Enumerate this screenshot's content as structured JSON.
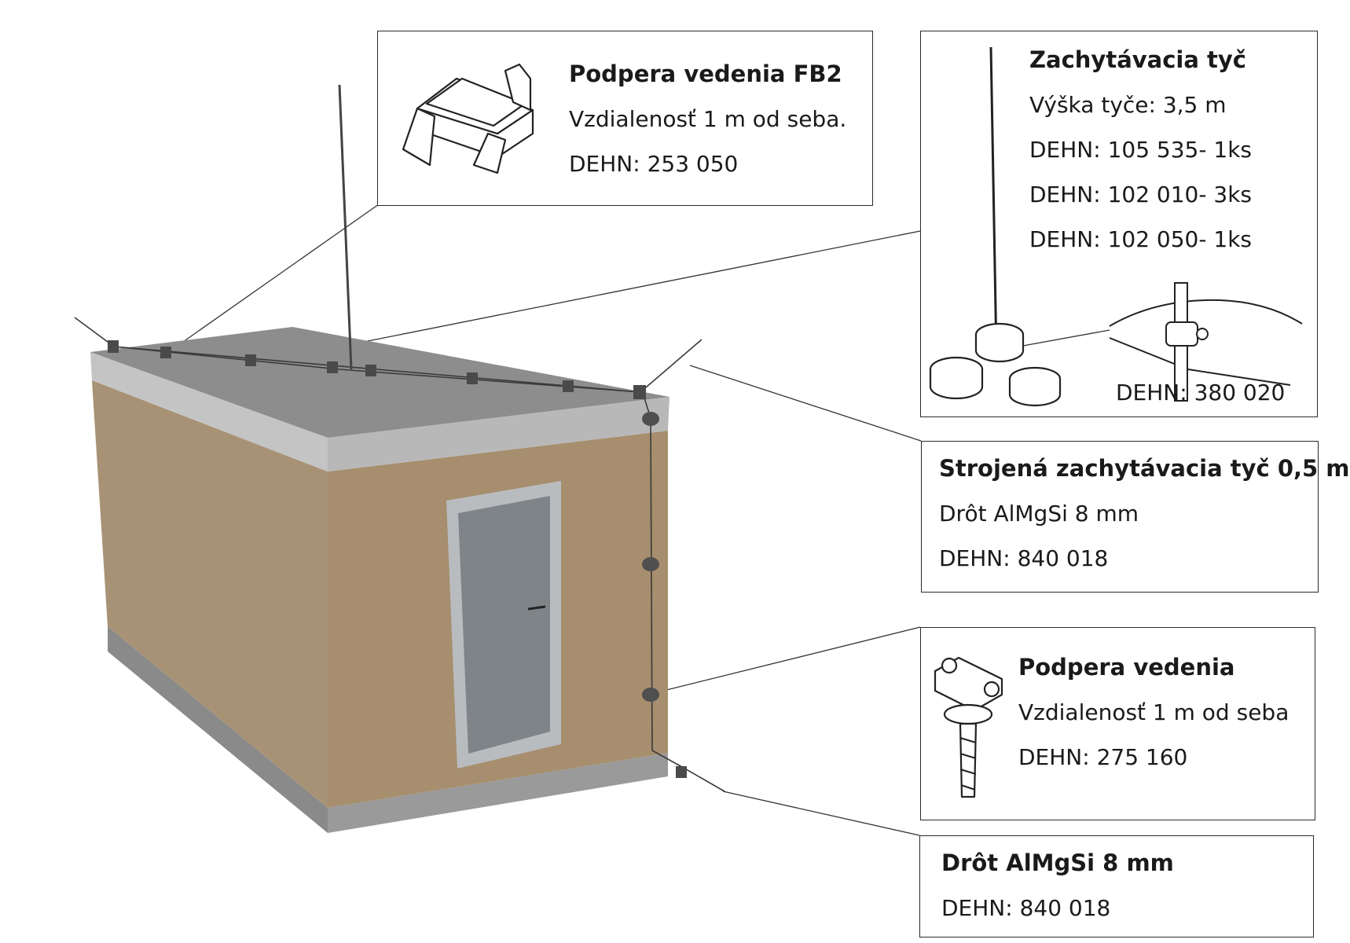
{
  "callouts": {
    "fb2": {
      "title": "Podpera vedenia FB2",
      "lines": [
        "Vzdialenosť 1 m od seba.",
        "DEHN: 253 050"
      ]
    },
    "rod": {
      "title": "Zachytávacia tyč",
      "lines": [
        "Výška tyče: 3,5 m",
        "DEHN: 105 535- 1ks",
        "DEHN: 102 010- 3ks",
        "DEHN: 102 050- 1ks"
      ],
      "clamp_code": "DEHN: 380 020"
    },
    "short_rod": {
      "title": "Strojená zachytávacia tyč 0,5 m",
      "lines": [
        "Drôt AlMgSi 8 mm",
        "DEHN: 840 018"
      ]
    },
    "support": {
      "title": "Podpera vedenia",
      "lines": [
        "Vzdialenosť 1 m od seba",
        "DEHN: 275 160"
      ]
    },
    "wire": {
      "title": "Drôt AlMgSi 8 mm",
      "lines": [
        "DEHN: 840 018"
      ]
    }
  },
  "colors": {
    "wall_front": "#a89275",
    "wall_side": "#a68e6e",
    "roof_top": "#8d8d8d",
    "roof_edge": "#c4c4c4",
    "base": "#8a8a8a",
    "door_frame": "#b9bcbf",
    "door_glass": "#7f8488",
    "border": "#2a2a2a"
  }
}
